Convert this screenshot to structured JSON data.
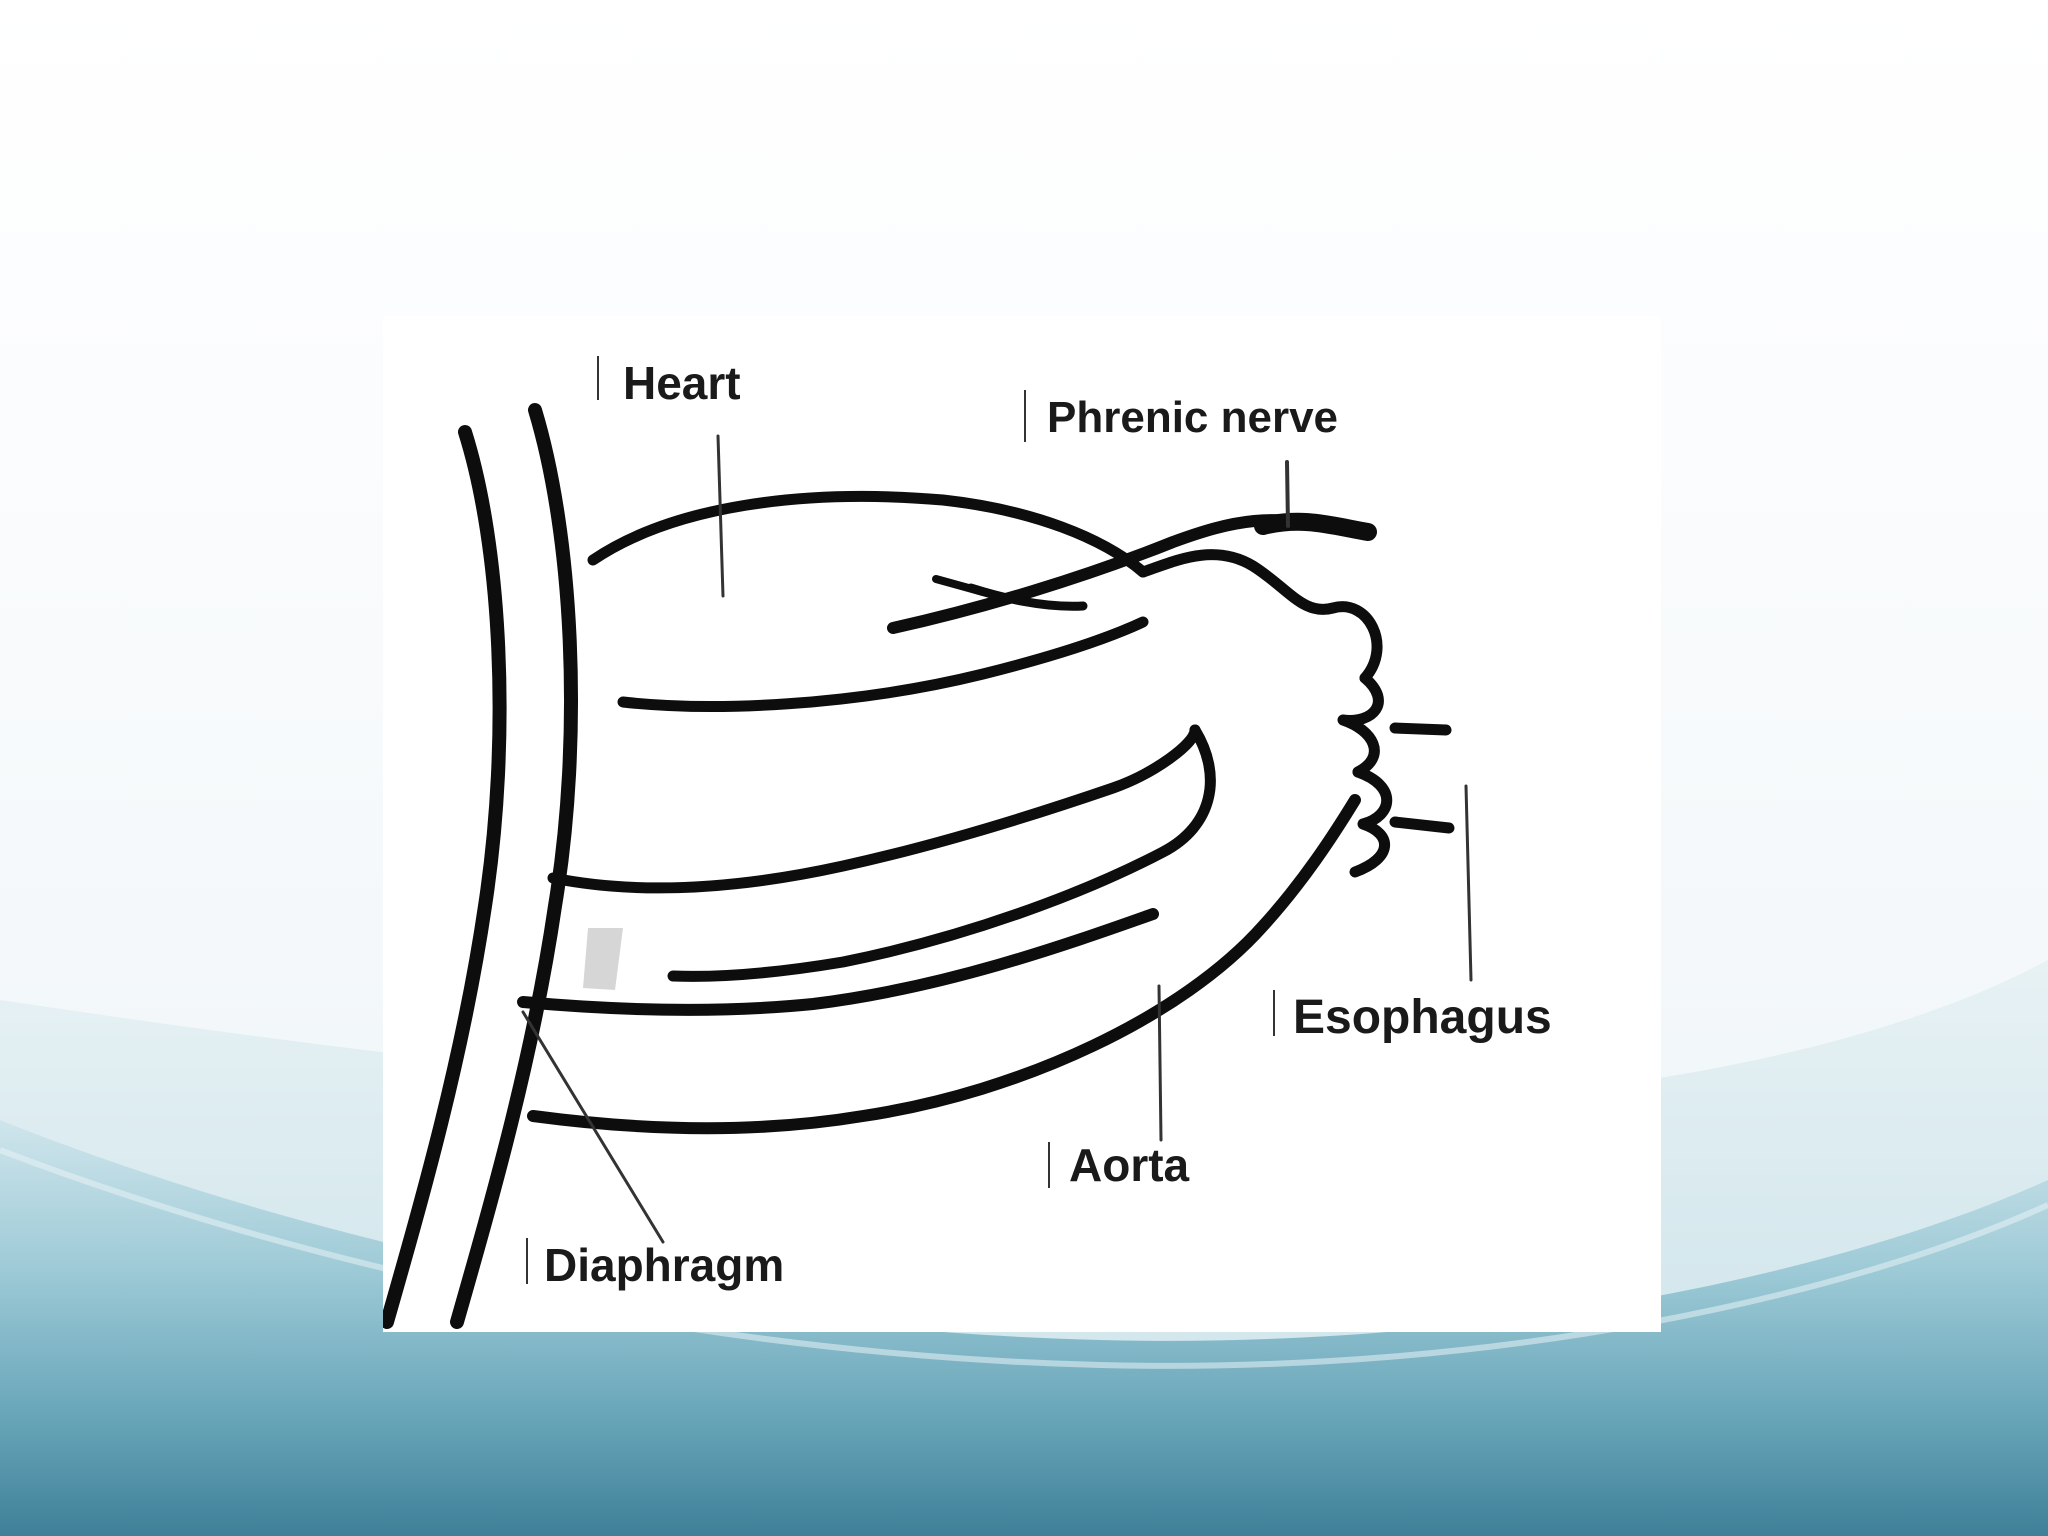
{
  "slide": {
    "background_color": "#fdfefe",
    "wave_colors": [
      "#d4e8ee",
      "#9ccad6",
      "#5f9fb3",
      "#3d7f96"
    ]
  },
  "diagram": {
    "labels": {
      "heart": "Heart",
      "phrenic_nerve": "Phrenic nerve",
      "esophagus": "Esophagus",
      "aorta": "Aorta",
      "diaphragm": "Diaphragm"
    },
    "line_color": "#0d0d0d"
  }
}
